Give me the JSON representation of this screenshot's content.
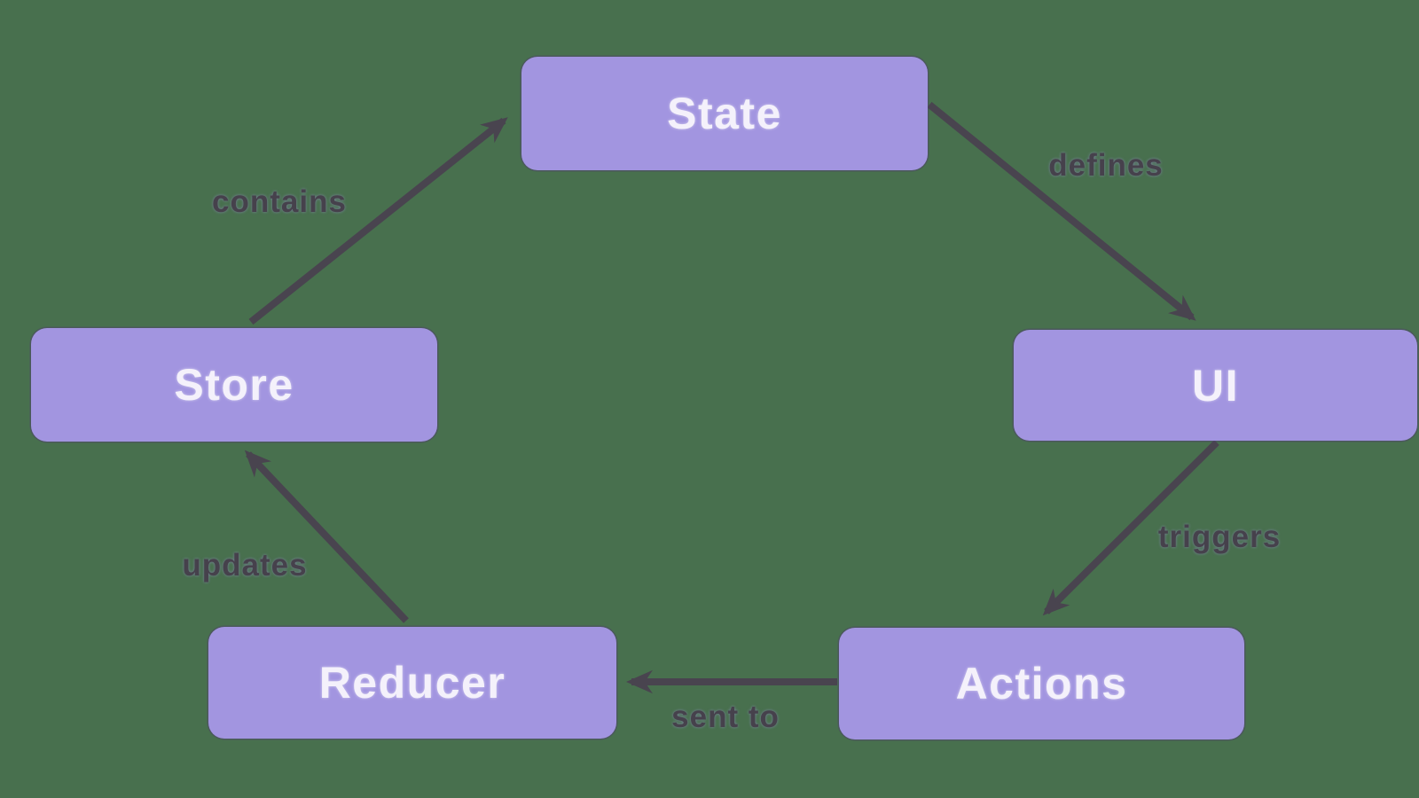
{
  "diagram": {
    "type": "cycle-flow-diagram",
    "nodes": {
      "state": {
        "label": "State"
      },
      "ui": {
        "label": "UI"
      },
      "actions": {
        "label": "Actions"
      },
      "reducer": {
        "label": "Reducer"
      },
      "store": {
        "label": "Store"
      }
    },
    "edges": {
      "state_to_ui": {
        "label": "defines",
        "from": "State",
        "to": "UI"
      },
      "ui_to_actions": {
        "label": "triggers",
        "from": "UI",
        "to": "Actions"
      },
      "actions_to_reducer": {
        "label": "sent to",
        "from": "Actions",
        "to": "Reducer"
      },
      "reducer_to_store": {
        "label": "updates",
        "from": "Reducer",
        "to": "Store"
      },
      "store_to_state": {
        "label": "contains",
        "from": "Store",
        "to": "State"
      }
    },
    "colors": {
      "background": "#48704e",
      "node_fill": "#a295e0",
      "node_text": "#f4f1fb",
      "arrow": "#49444f",
      "edge_label_text": "#46414c"
    }
  }
}
